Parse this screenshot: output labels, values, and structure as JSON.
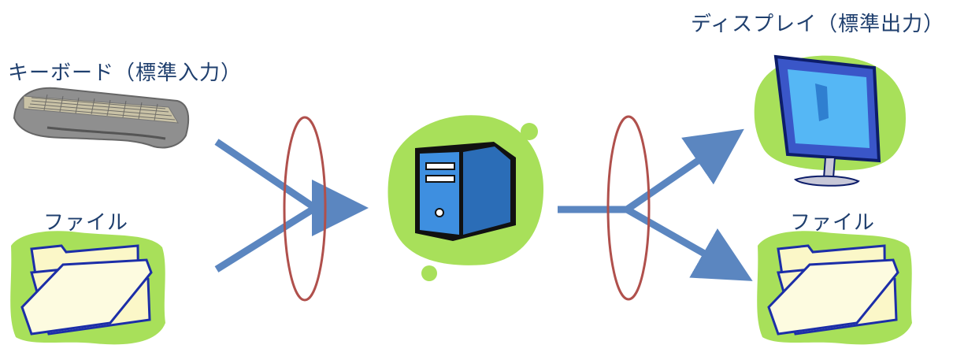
{
  "labels": {
    "keyboard": "キーボード（標準入力）",
    "file_in": "ファイル",
    "display": "ディスプレイ（標準出力）",
    "file_out": "ファイル"
  },
  "colors": {
    "label_text": "#1f3f6e",
    "arrow": "#5b86c0",
    "ring": "#b0504c",
    "blob_green": "#a8e05a",
    "computer_blue": "#3e8fe0",
    "folder_fill": "#fbf7c8",
    "folder_stroke": "#1c2ea8"
  },
  "icons": {
    "keyboard": "keyboard-icon",
    "file_in": "folder-icon",
    "computer": "computer-tower-icon",
    "display": "monitor-icon",
    "file_out": "folder-icon"
  }
}
